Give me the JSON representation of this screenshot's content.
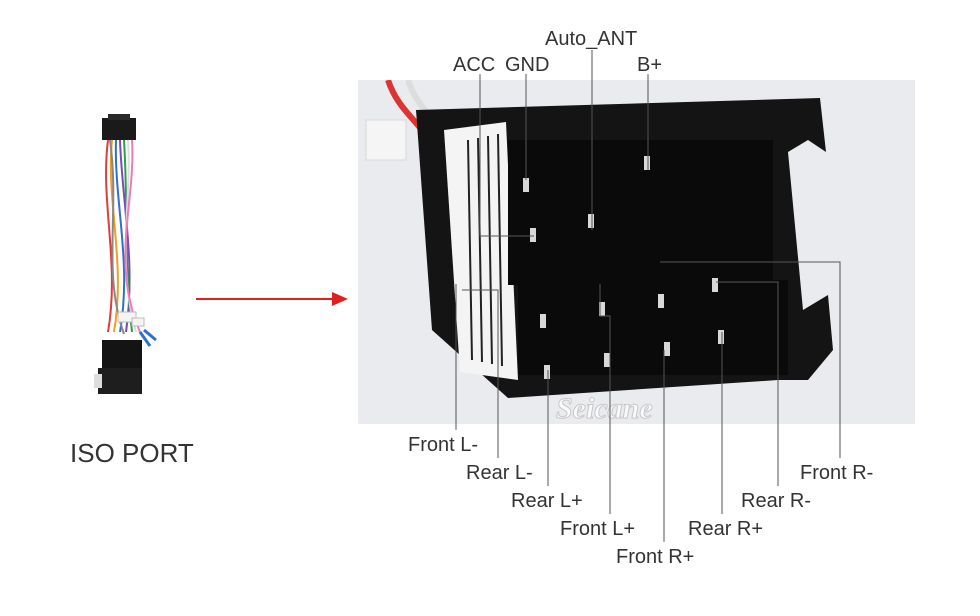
{
  "iso_port_label": "ISO PORT",
  "watermark": "Seicane",
  "pin_labels": {
    "acc": "ACC",
    "gnd": "GND",
    "auto_ant": "Auto_ANT",
    "b_plus": "B+",
    "front_l_minus": "Front L-",
    "rear_l_minus": "Rear L-",
    "rear_l_plus": "Rear L+",
    "front_l_plus": "Front L+",
    "front_r_plus": "Front R+",
    "rear_r_plus": "Rear R+",
    "rear_r_minus": "Rear R-",
    "front_r_minus": "Front R-"
  },
  "colors": {
    "arrow": "#e02020",
    "connector": "#141414",
    "label_text": "#333333",
    "leader_line": "#555555"
  }
}
